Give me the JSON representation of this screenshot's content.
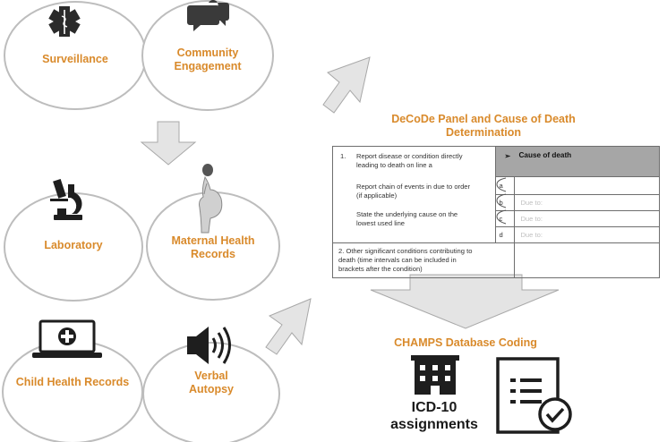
{
  "sources": {
    "surveillance": "Surveillance",
    "community": [
      "Community",
      "Engagement"
    ],
    "laboratory": "Laboratory",
    "maternal": [
      "Maternal Health",
      "Records"
    ],
    "child": "Child Health Records",
    "verbal": [
      "Verbal",
      "Autopsy"
    ]
  },
  "decode": {
    "title": [
      "DeCoDe Panel and Cause of Death",
      "Determination"
    ],
    "item1_num": "1.",
    "item1_lines": [
      "Report disease or condition directly",
      "leading to death on line a",
      "Report chain of events in due to order",
      "(if applicable)",
      "State the underlying cause on the",
      "lowest used line"
    ],
    "header_bullet": "➢",
    "header_label": "Cause of death",
    "rows": [
      {
        "letter": "a",
        "due": ""
      },
      {
        "letter": "b",
        "due": "Due to:"
      },
      {
        "letter": "c",
        "due": "Due to:"
      },
      {
        "letter": "d",
        "due": "Due to:"
      }
    ],
    "item2_lines": [
      "2. Other significant conditions contributing to",
      "death (time intervals can be included in",
      "brackets after the condition)"
    ]
  },
  "champs": {
    "title": "CHAMPS Database Coding",
    "icd": [
      "ICD-10",
      "assignments"
    ]
  },
  "colors": {
    "accent": "#d98a2b",
    "arrow": "#e4e4e4",
    "arrow_stroke": "#a8a8a8",
    "header": "#a6a6a6"
  }
}
